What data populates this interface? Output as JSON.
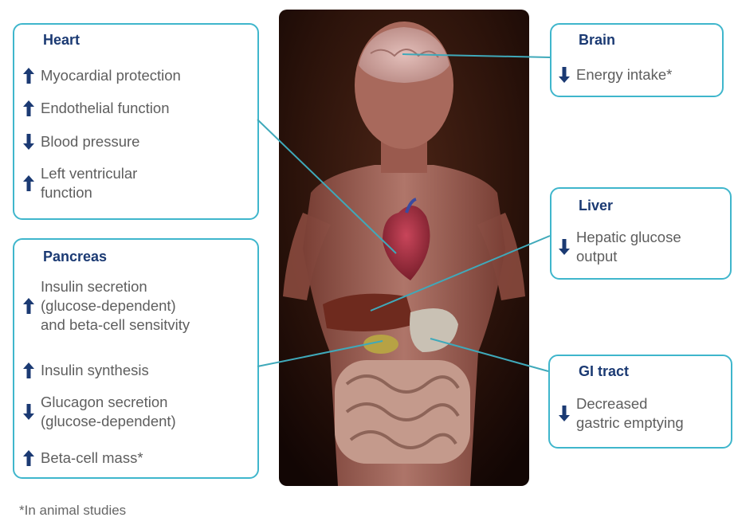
{
  "colors": {
    "border": "#3fb6cc",
    "title": "#1b3a73",
    "arrow": "#1b3a73",
    "text": "#5e5e5e"
  },
  "boxes": {
    "heart": {
      "title": "Heart",
      "items": [
        {
          "direction": "up",
          "text": "Myocardial protection"
        },
        {
          "direction": "up",
          "text": "Endothelial function"
        },
        {
          "direction": "down",
          "text": "Blood pressure"
        },
        {
          "direction": "up",
          "text": "Left ventricular\nfunction"
        }
      ]
    },
    "pancreas": {
      "title": "Pancreas",
      "items": [
        {
          "direction": "up",
          "text": "Insulin secretion\n(glucose-dependent)\nand beta-cell sensitvity"
        },
        {
          "direction": "up",
          "text": "Insulin synthesis"
        },
        {
          "direction": "down",
          "text": "Glucagon secretion\n(glucose-dependent)"
        },
        {
          "direction": "up",
          "text": "Beta-cell mass*"
        }
      ]
    },
    "brain": {
      "title": "Brain",
      "items": [
        {
          "direction": "down",
          "text": "Energy intake*"
        }
      ]
    },
    "liver": {
      "title": "Liver",
      "items": [
        {
          "direction": "down",
          "text": "Hepatic glucose\noutput"
        }
      ]
    },
    "gi": {
      "title": "GI tract",
      "items": [
        {
          "direction": "down",
          "text": "Decreased\ngastric emptying"
        }
      ]
    }
  },
  "footnote": "*In animal studies"
}
